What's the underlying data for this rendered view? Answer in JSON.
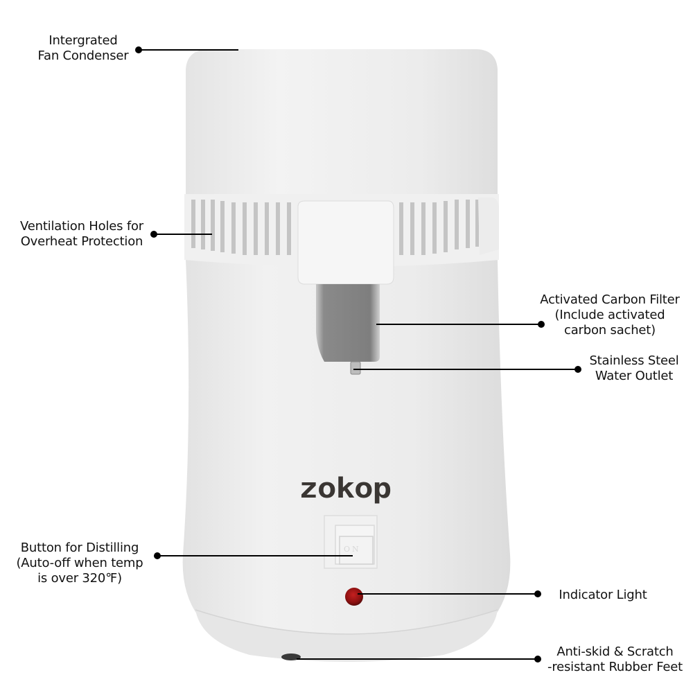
{
  "product": {
    "brand": "zokop",
    "switch_label": "ON",
    "colors": {
      "body": "#ececec",
      "body_shadow": "#d6d6d6",
      "indicator": "#9a1414",
      "filter_steel": "#8e8e8e",
      "logo": "#3a3633",
      "leader": "#000000"
    }
  },
  "callouts": [
    {
      "id": "fan-condenser",
      "lines": [
        "Intergrated",
        "Fan Condenser"
      ]
    },
    {
      "id": "ventilation-holes",
      "lines": [
        "Ventilation Holes for",
        "Overheat Protection"
      ]
    },
    {
      "id": "carbon-filter",
      "lines": [
        "Activated Carbon Filter",
        "(Include activated",
        "carbon sachet)"
      ]
    },
    {
      "id": "water-outlet",
      "lines": [
        "Stainless Steel",
        "Water Outlet"
      ]
    },
    {
      "id": "distill-button",
      "lines": [
        "Button for Distilling",
        "(Auto-off when temp",
        "is over 320℉)"
      ]
    },
    {
      "id": "indicator-light",
      "lines": [
        "Indicator Light"
      ]
    },
    {
      "id": "rubber-feet",
      "lines": [
        "Anti-skid & Scratch",
        "-resistant Rubber Feet"
      ]
    }
  ]
}
